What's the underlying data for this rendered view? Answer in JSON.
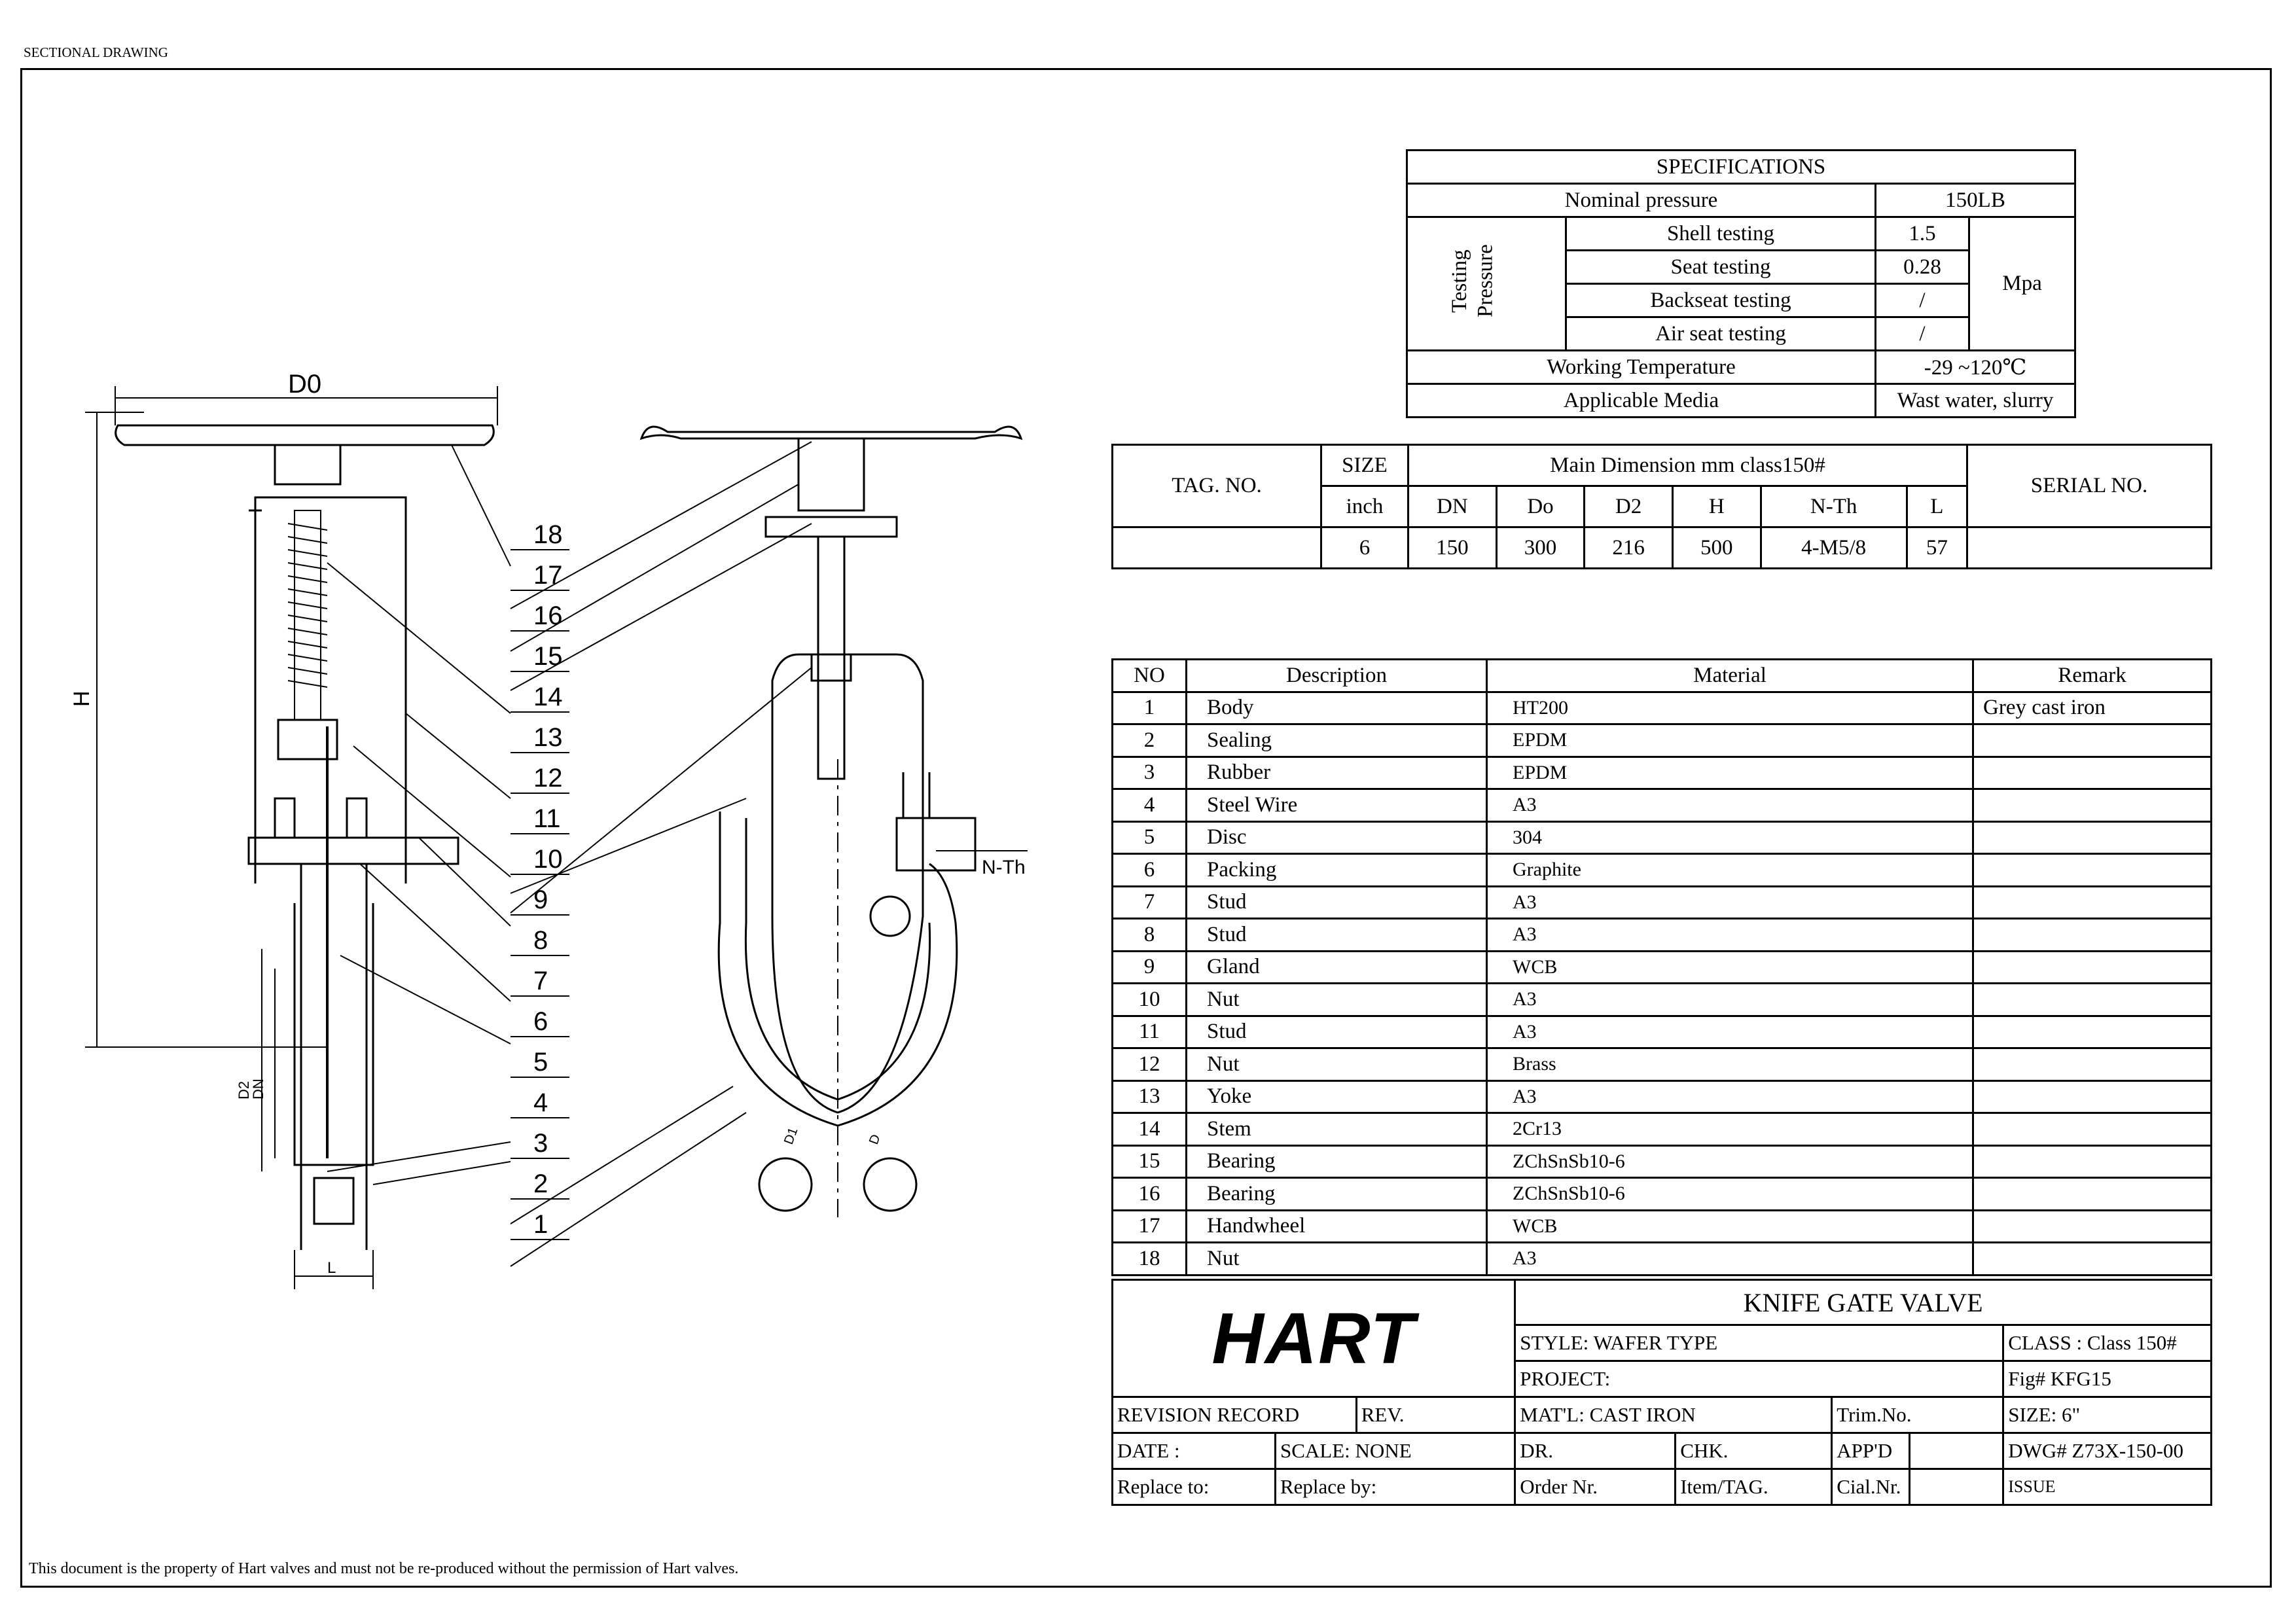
{
  "header": "SECTIONAL DRAWING",
  "footer": "This document is the property of Hart valves and must not be re-produced without the permission of Hart valves.",
  "specifications": {
    "title": "SPECIFICATIONS",
    "nominal_pressure_label": "Nominal pressure",
    "nominal_pressure_value": "150LB",
    "testing_pressure_label": "Testing Pressure",
    "tests": [
      {
        "label": "Shell testing",
        "value": "1.5"
      },
      {
        "label": "Seat testing",
        "value": "0.28"
      },
      {
        "label": "Backseat testing",
        "value": "/"
      },
      {
        "label": "Air seat testing",
        "value": "/"
      }
    ],
    "unit": "Mpa",
    "working_temp_label": "Working Temperature",
    "working_temp_value": "-29 ~120℃",
    "media_label": "Applicable Media",
    "media_value": "Wast water, slurry"
  },
  "dimensions": {
    "tag_label": "TAG. NO.",
    "size_label": "SIZE",
    "inch_label": "inch",
    "main_label": "Main Dimension mm class150#",
    "serial_label": "SERIAL NO.",
    "columns": [
      "DN",
      "Do",
      "D2",
      "H",
      "N-Th",
      "L"
    ],
    "size_value": "6",
    "values": [
      "150",
      "300",
      "216",
      "500",
      "4-M5/8",
      "57"
    ]
  },
  "bom": {
    "headers": {
      "no": "NO",
      "description": "Description",
      "material": "Material",
      "remark": "Remark"
    },
    "rows": [
      {
        "no": "1",
        "desc": "Body",
        "mat": "HT200",
        "remark": "Grey cast iron"
      },
      {
        "no": "2",
        "desc": "Sealing",
        "mat": "EPDM",
        "remark": ""
      },
      {
        "no": "3",
        "desc": "Rubber",
        "mat": "EPDM",
        "remark": ""
      },
      {
        "no": "4",
        "desc": "Steel Wire",
        "mat": "A3",
        "remark": ""
      },
      {
        "no": "5",
        "desc": "Disc",
        "mat": "304",
        "remark": ""
      },
      {
        "no": "6",
        "desc": "Packing",
        "mat": "Graphite",
        "remark": ""
      },
      {
        "no": "7",
        "desc": "Stud",
        "mat": "A3",
        "remark": ""
      },
      {
        "no": "8",
        "desc": "Stud",
        "mat": "A3",
        "remark": ""
      },
      {
        "no": "9",
        "desc": "Gland",
        "mat": "WCB",
        "remark": ""
      },
      {
        "no": "10",
        "desc": "Nut",
        "mat": "A3",
        "remark": ""
      },
      {
        "no": "11",
        "desc": "Stud",
        "mat": "A3",
        "remark": ""
      },
      {
        "no": "12",
        "desc": "Nut",
        "mat": "Brass",
        "remark": ""
      },
      {
        "no": "13",
        "desc": "Yoke",
        "mat": "A3",
        "remark": ""
      },
      {
        "no": "14",
        "desc": "Stem",
        "mat": "2Cr13",
        "remark": ""
      },
      {
        "no": "15",
        "desc": "Bearing",
        "mat": "ZChSnSb10-6",
        "remark": ""
      },
      {
        "no": "16",
        "desc": "Bearing",
        "mat": "ZChSnSb10-6",
        "remark": ""
      },
      {
        "no": "17",
        "desc": "Handwheel",
        "mat": "WCB",
        "remark": ""
      },
      {
        "no": "18",
        "desc": "Nut",
        "mat": "A3",
        "remark": ""
      }
    ]
  },
  "title_block": {
    "logo": "HART",
    "title": "KNIFE GATE VALVE",
    "style": "STYLE: WAFER TYPE",
    "class": "CLASS : Class 150#",
    "project": "PROJECT:",
    "fig": "Fig# KFG15",
    "revision_record": "REVISION RECORD",
    "rev": "REV.",
    "matl": "MAT'L: CAST IRON",
    "trim": "Trim.No.",
    "size": "SIZE: 6\"",
    "date": "DATE   :",
    "scale": "SCALE: NONE",
    "dr": "DR.",
    "chk": "CHK.",
    "appd": "APP'D",
    "dwg": "DWG#  Z73X-150-00",
    "replace_to": "Replace to:",
    "replace_by": "Replace by:",
    "order": "Order Nr.",
    "item": "Item/TAG.",
    "cial": "Cial.Nr.",
    "issue": "ISSUE"
  },
  "drawing": {
    "dim_labels": {
      "d0": "D0",
      "h": "H",
      "d2": "D2",
      "dn": "DN",
      "l": "L",
      "nth": "N-Th",
      "d1": "D1",
      "d": "D"
    },
    "balloons": [
      "18",
      "17",
      "16",
      "15",
      "14",
      "13",
      "12",
      "11",
      "10",
      "9",
      "8",
      "7",
      "6",
      "5",
      "4",
      "3",
      "2",
      "1"
    ]
  }
}
